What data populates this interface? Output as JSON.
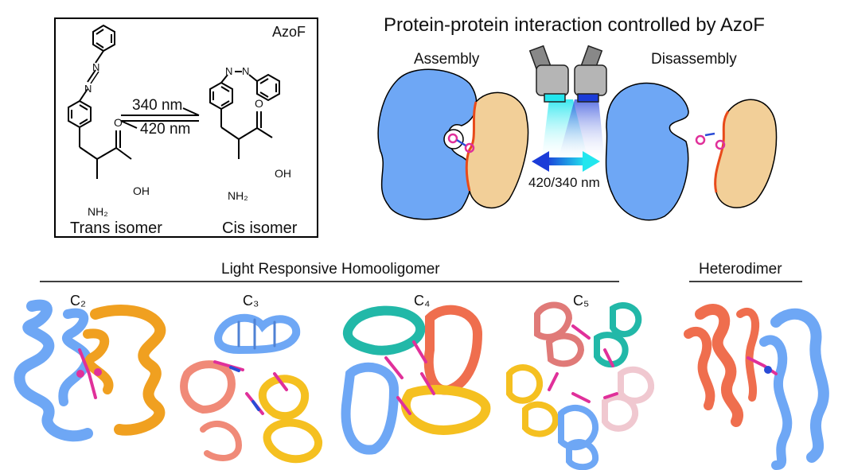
{
  "chemistry": {
    "box_label": "AzoF",
    "forward_wavelength": "340 nm",
    "reverse_wavelength": "420 nm",
    "trans_label": "Trans isomer",
    "cis_label": "Cis isomer",
    "atoms": {
      "oh": "OH",
      "o": "O",
      "nh2": "NH₂",
      "n": "N"
    }
  },
  "interaction": {
    "title": "Protein-protein interaction controlled by AzoF",
    "assembly_label": "Assembly",
    "disassembly_label": "Disassembly",
    "light_label": "420/340 nm",
    "colors": {
      "blue_protein": "#6ea7f5",
      "tan_protein": "#f2cf98",
      "cyan_light": "#22e6ee",
      "blue_light": "#1b3cd8",
      "azo": "#e0309a"
    }
  },
  "oligomers": {
    "section_title": "Light Responsive Homooligomer",
    "heterodimer_title": "Heterodimer",
    "c2": "C₂",
    "c3": "C₃",
    "c4": "C₄",
    "c5": "C₅"
  }
}
